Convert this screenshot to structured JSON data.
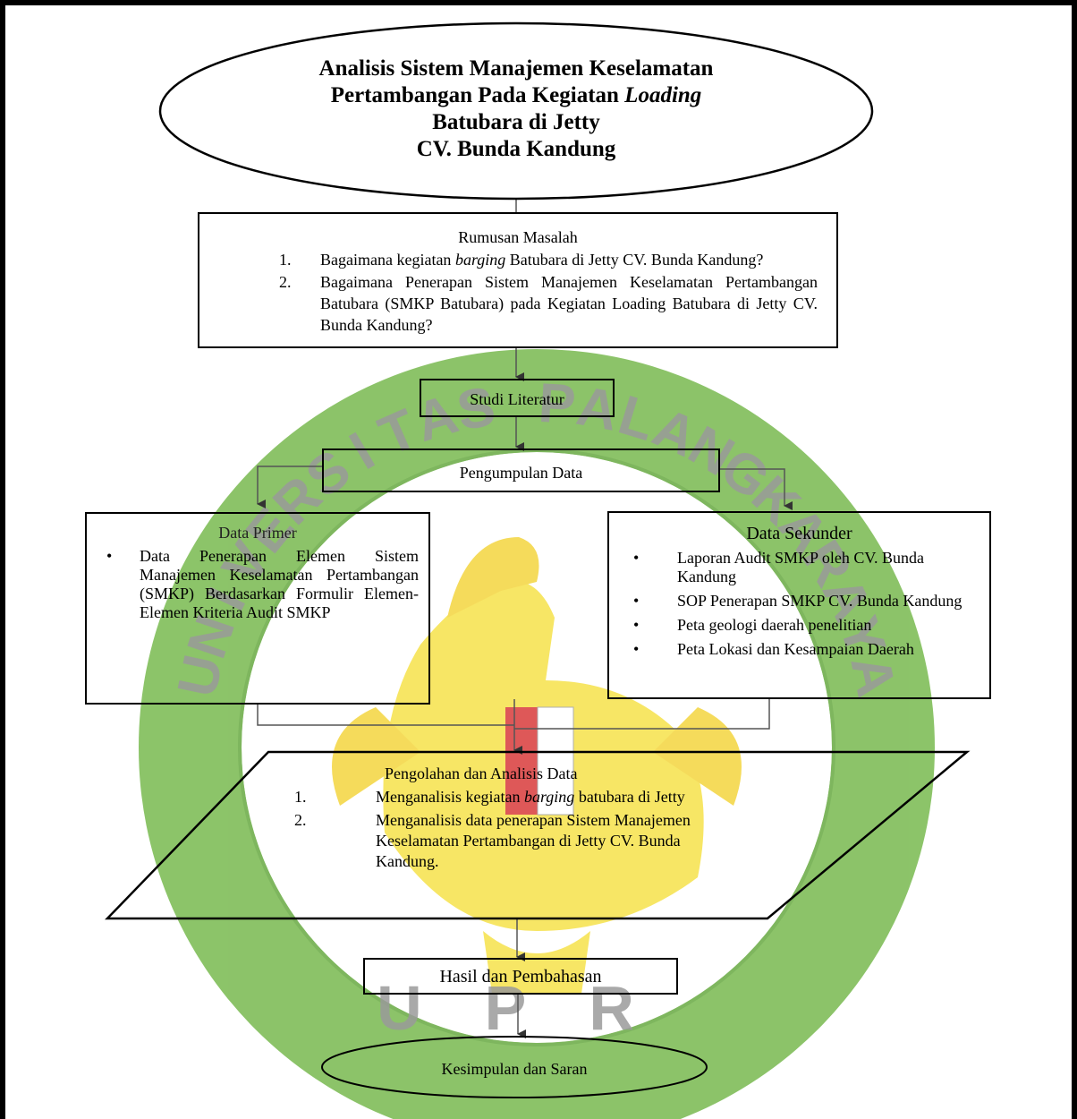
{
  "title": {
    "line1": "Analisis Sistem Manajemen Keselamatan",
    "line2_pre": "Pertambangan Pada Kegiatan ",
    "line2_italic": "Loading",
    "line3": "Batubara di Jetty",
    "line4": "CV. Bunda Kandung"
  },
  "rumusan": {
    "heading": "Rumusan Masalah",
    "items": [
      {
        "num": "1.",
        "pre": "Bagaimana kegiatan ",
        "italic": "barging",
        "post": " Batubara di Jetty CV. Bunda Kandung?"
      },
      {
        "num": "2.",
        "pre": "Bagaimana Penerapan Sistem Manajemen Keselamatan Pertambangan Batubara (SMKP Batubara) pada Kegiatan Loading Batubara di Jetty CV. Bunda Kandung?",
        "italic": "",
        "post": ""
      }
    ]
  },
  "studi": {
    "label": "Studi Literatur"
  },
  "pengumpulan": {
    "label": "Pengumpulan Data"
  },
  "primer": {
    "heading": "Data Primer",
    "bullet": "•",
    "items": [
      "Data Penerapan Elemen Sistem Manajemen Keselamatan Pertambangan (SMKP) Berdasarkan Formulir Elemen-Elemen Kriteria Audit SMKP"
    ]
  },
  "sekunder": {
    "heading": "Data Sekunder",
    "bullet": "•",
    "items": [
      "Laporan Audit SMKP oleh CV. Bunda Kandung",
      "SOP Penerapan SMKP CV. Bunda Kandung",
      "Peta geologi daerah penelitian",
      "Peta Lokasi dan Kesampaian Daerah"
    ]
  },
  "pengolahan": {
    "heading": "Pengolahan dan Analisis Data",
    "items": [
      {
        "num": "1.",
        "pre": "Menganalisis kegiatan ",
        "italic": "barging",
        "post": " batubara di Jetty"
      },
      {
        "num": "2.",
        "pre": "Menganalisis data penerapan Sistem Manajemen Keselamatan Pertambangan di Jetty CV. Bunda Kandung.",
        "italic": "",
        "post": ""
      }
    ]
  },
  "hasil": {
    "label": "Hasil dan Pembahasan"
  },
  "kesimpulan": {
    "label": "Kesimpulan dan Saran"
  },
  "watermark": {
    "text": "UNIVERSITAS PALANGKARAYA",
    "bottom_text": "UPR",
    "colors": {
      "green": "#6cb33f",
      "yellow": "#f5df3a",
      "red": "#d62a2a"
    }
  }
}
